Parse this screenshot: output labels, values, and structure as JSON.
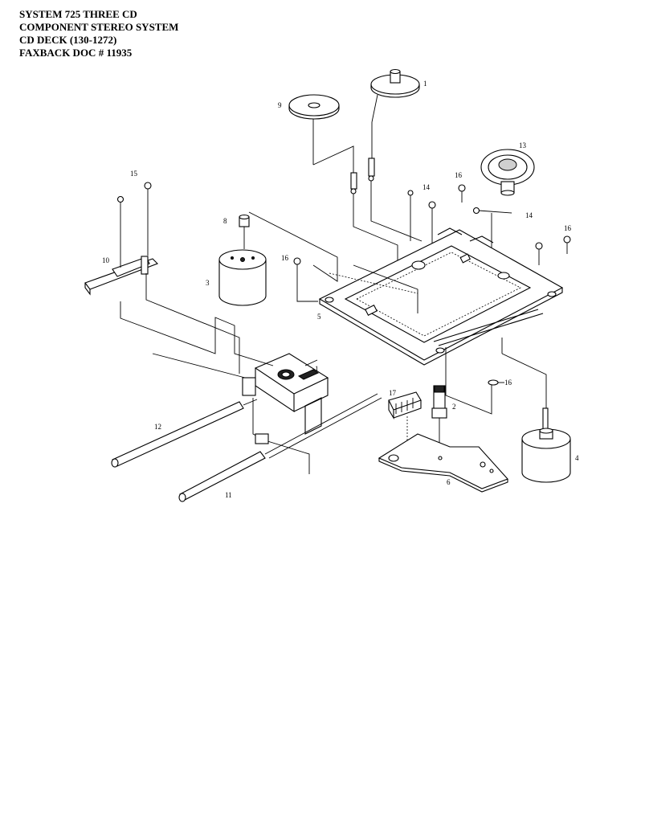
{
  "header": {
    "line1": "SYSTEM 725 THREE CD",
    "line2": "COMPONENT STEREO SYSTEM",
    "line3": "CD DECK  (130-1272)",
    "line4": "FAXBACK DOC # 11935"
  },
  "callouts": {
    "c1_top": "1",
    "c9": "9",
    "c13": "13",
    "c15": "15",
    "c16_a": "16",
    "c14_a": "14",
    "c14_b": "14",
    "c16_b": "16",
    "c8": "8",
    "c10": "10",
    "c16_c": "16",
    "c3": "3",
    "c5": "5",
    "c1_pickup": "1",
    "c16_d": "16",
    "c17": "17",
    "c2": "2",
    "c4": "4",
    "c12": "12",
    "c11": "11",
    "c6": "6"
  }
}
